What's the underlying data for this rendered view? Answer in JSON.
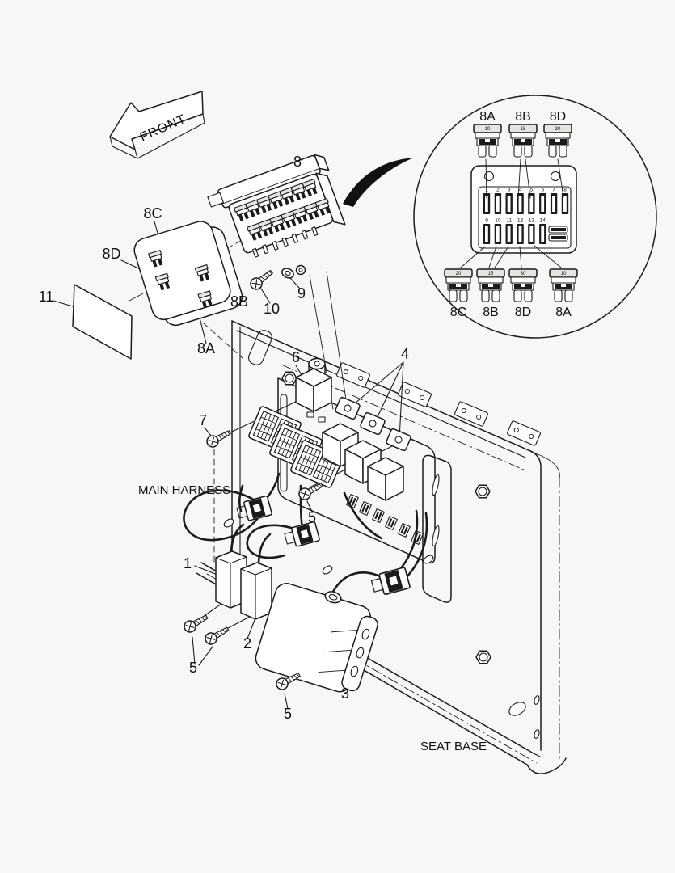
{
  "colors": {
    "background": "#f7f7f5",
    "line": "#1b1b1b"
  },
  "labels": {
    "front": "FRONT",
    "main_harness": "MAIN HARNESS",
    "seat_base": "SEAT BASE"
  },
  "callouts": {
    "item1": "1",
    "item2": "2",
    "item3": "3",
    "item4": "4",
    "item5_upper": "5",
    "item5_lower_left": "5",
    "item5_bottom": "5",
    "item6": "6",
    "item7": "7",
    "item8": "8",
    "item9": "9",
    "item10": "10",
    "item11": "11",
    "item8a": "8A",
    "item8b": "8B",
    "item8c": "8C",
    "item8d": "8D"
  },
  "detail_view": {
    "top_fuses": [
      {
        "label": "8A",
        "amp": "10"
      },
      {
        "label": "8B",
        "amp": "15"
      },
      {
        "label": "8D",
        "amp": "30"
      }
    ],
    "bottom_fuses": [
      {
        "label": "8C",
        "amp": "20"
      },
      {
        "label": "8B",
        "amp": "15"
      },
      {
        "label": "8D",
        "amp": "30"
      },
      {
        "label": "8A",
        "amp": "10"
      }
    ],
    "slots_top": [
      "1",
      "2",
      "3",
      "4",
      "5",
      "6",
      "7",
      "8"
    ],
    "slots_bottom": [
      "9",
      "10",
      "11",
      "12",
      "13",
      "14"
    ]
  }
}
